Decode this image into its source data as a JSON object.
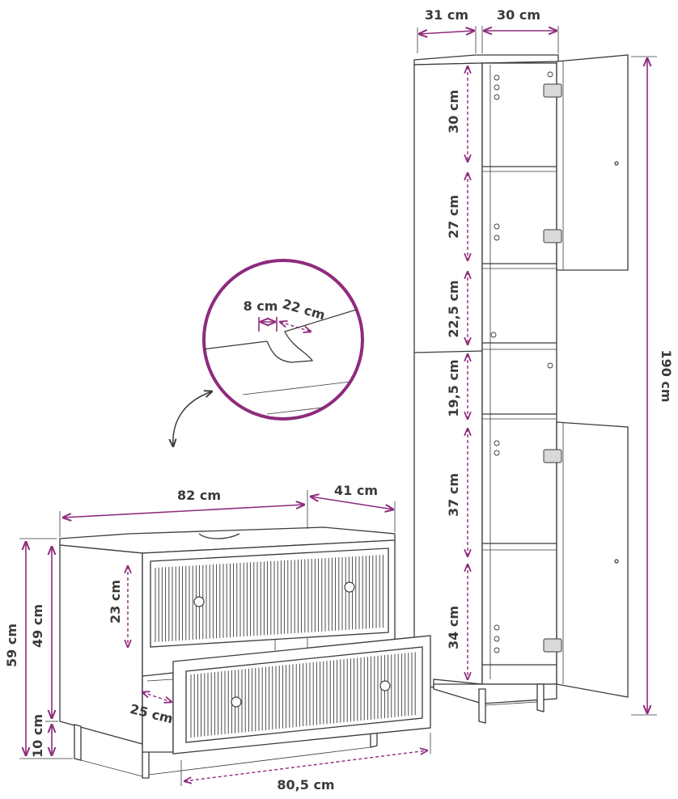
{
  "accent_color": "#8e2b7d",
  "line_color": "#3a3a3a",
  "tall_cabinet": {
    "depth_label": "31 cm",
    "width_label": "30 cm",
    "height_label": "190 cm",
    "compartments": [
      "30 cm",
      "27 cm",
      "22,5 cm",
      "19,5 cm",
      "37 cm",
      "34 cm"
    ]
  },
  "detail": {
    "cutout_width_label": "8 cm",
    "cutout_depth_label": "22 cm"
  },
  "vanity": {
    "width_label": "82 cm",
    "depth_label": "41 cm",
    "total_height_label": "59 cm",
    "body_height_label": "49 cm",
    "leg_height_label": "10 cm",
    "drawer_front_label": "23 cm",
    "drawer_depth_label": "25 cm",
    "drawer_width_label": "80,5 cm"
  }
}
